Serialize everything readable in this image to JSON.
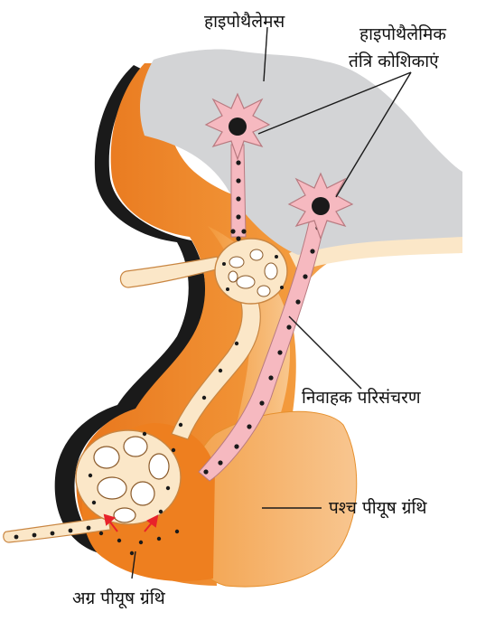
{
  "labels": {
    "hypothalamus": "हाइपोथैलेमस",
    "neurons_line1": "हाइपोथैलेमिक",
    "neurons_line2": "तंत्रि कोशिकाएं",
    "portal_circulation": "निवाहक परिसंचरण",
    "posterior_pituitary": "पश्च पीयूष ग्रंथि",
    "anterior_pituitary": "अग्र पीयूष ग्रंथि"
  },
  "colors": {
    "hypothalamus_fill": "#d3d4d6",
    "tissue_orange": "#f39a3c",
    "tissue_light": "#f6c48e",
    "tissue_pale": "#fbe7c8",
    "shadow": "#1a1a1a",
    "neuron_pink": "#f6b9c0",
    "arrow_red": "#e8222a"
  }
}
